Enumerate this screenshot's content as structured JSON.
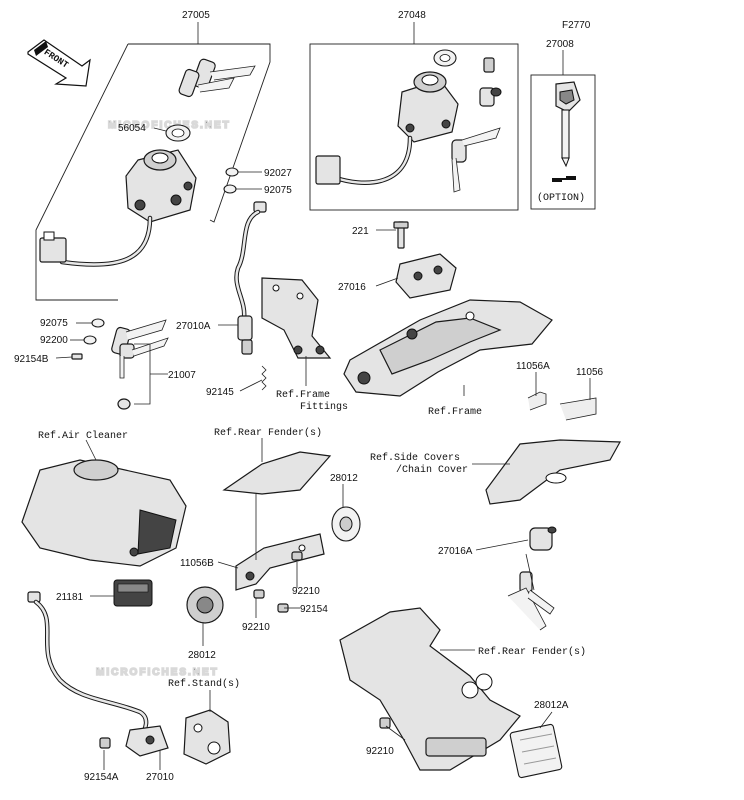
{
  "watermark": "MICROFICHES.NET",
  "front_label": "FRONT",
  "labels": {
    "p27005": "27005",
    "p27048": "27048",
    "pF2770": "F2770",
    "p27008": "27008",
    "option": "(OPTION)",
    "p56054": "56054",
    "p92027": "92027",
    "p92075a": "92075",
    "p92075b": "92075",
    "p92200": "92200",
    "p92154B": "92154B",
    "p21007": "21007",
    "p221": "221",
    "p27016": "27016",
    "p27010A": "27010A",
    "p92145": "92145",
    "refFrameFittings1": "Ref.Frame",
    "refFrameFittings2": "Fittings",
    "refFrame": "Ref.Frame",
    "p11056A": "11056A",
    "p11056": "11056",
    "refAirCleaner": "Ref.Air Cleaner",
    "refRearFender1": "Ref.Rear Fender(s)",
    "refSideCovers1": "Ref.Side Covers",
    "refSideCovers2": "/Chain Cover",
    "p28012a": "28012",
    "p11056B": "11056B",
    "p92210a": "92210",
    "p92154": "92154",
    "p27016A": "27016A",
    "p21181": "21181",
    "p92210b": "92210",
    "p28012b": "28012",
    "refRearFender2": "Ref.Rear Fender(s)",
    "refStand": "Ref.Stand(s)",
    "p28012A": "28012A",
    "p92210c": "92210",
    "p92154A": "92154A",
    "p27010": "27010"
  }
}
